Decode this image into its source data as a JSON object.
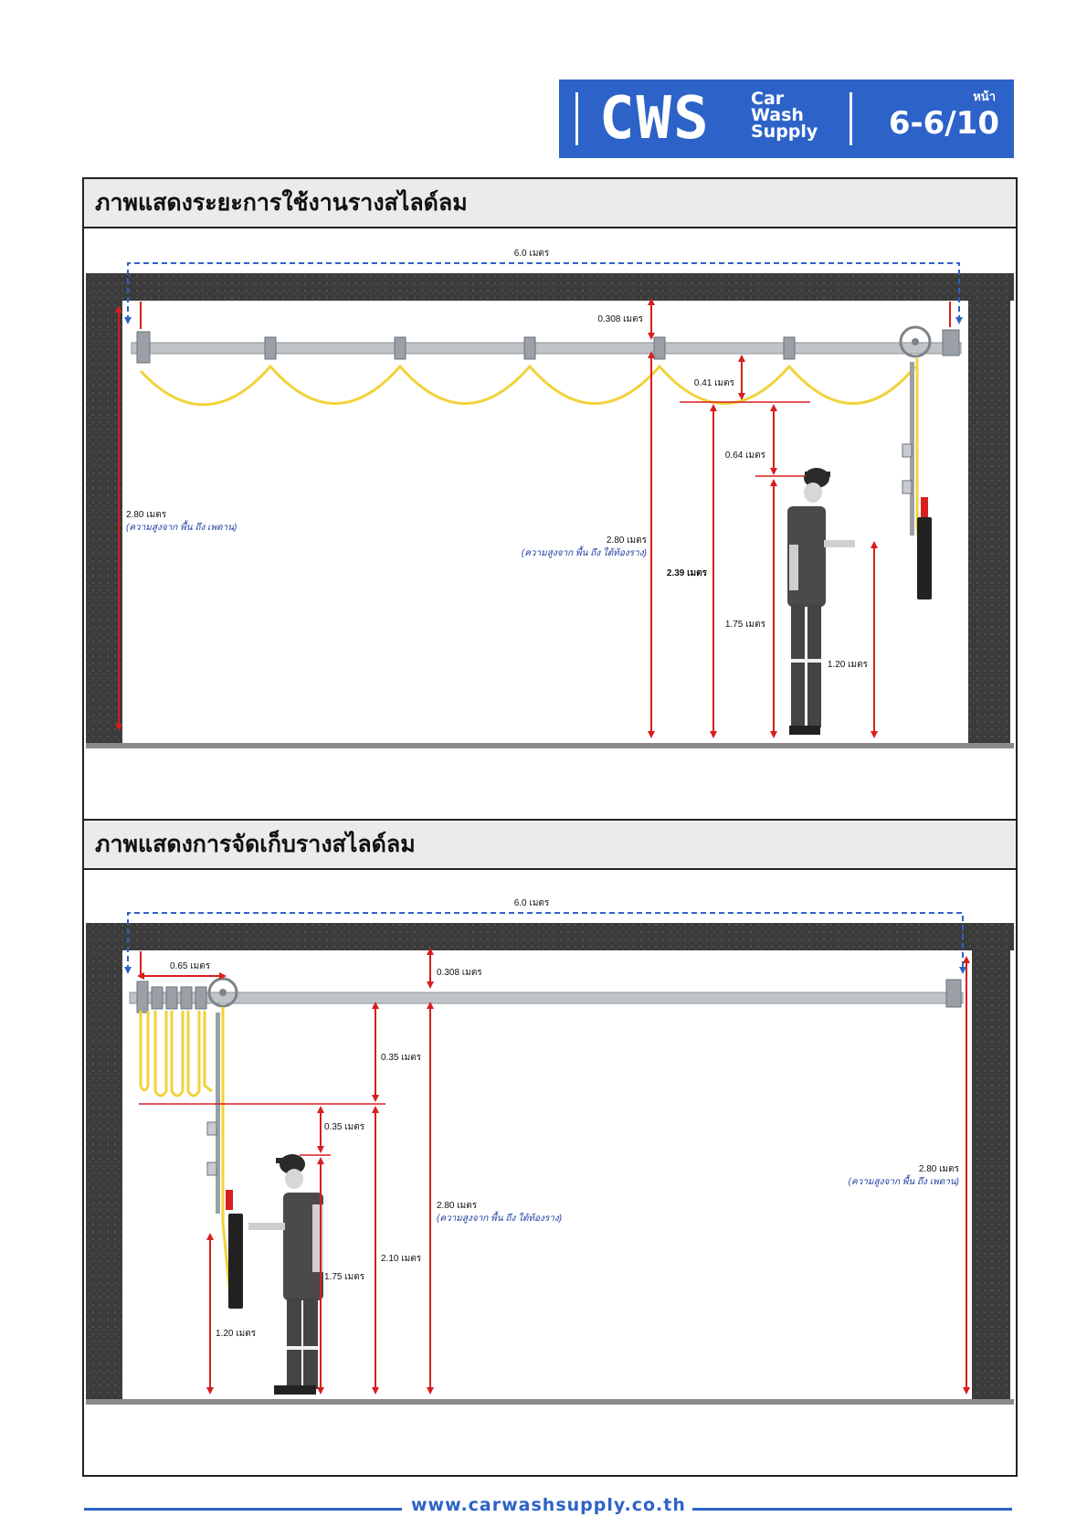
{
  "header": {
    "logo": "CWS",
    "brand_line1": "Car",
    "brand_line2": "Wash",
    "brand_line3": "Supply",
    "page_label": "หน้า",
    "page_number": "6-6/10"
  },
  "panel1": {
    "title": "ภาพแสดงระยะการใช้งานรางสไลด์ลม",
    "width_label": "6.0 เมตร",
    "d_0308": "0.308 เมตร",
    "d_041": "0.41 เมตร",
    "d_064": "0.64 เมตร",
    "d_239": "2.39 เมตร",
    "d_175": "1.75 เมตร",
    "d_120": "1.20 เมตร",
    "left_height": "2.80 เมตร",
    "left_note": "(ความสูงจาก  พื้น ถึง เพดาน)",
    "mid_height": "2.80 เมตร",
    "mid_note": "(ความสูงจาก  พื้น ถึง ใต้ท้องราง)"
  },
  "panel2": {
    "title": "ภาพแสดงการจัดเก็บรางสไลด์ลม",
    "width_label": "6.0 เมตร",
    "d_065": "0.65 เมตร",
    "d_0308": "0.308 เมตร",
    "d_035a": "0.35 เมตร",
    "d_035b": "0.35 เมตร",
    "d_210": "2.10 เมตร",
    "d_175": "1.75 เมตร",
    "d_120": "1.20 เมตร",
    "mid_height": "2.80 เมตร",
    "mid_note": "(ความสูงจาก  พื้น ถึง ใต้ท้องราง)",
    "right_height": "2.80 เมตร",
    "right_note": "(ความสูงจาก  พื้น ถึง เพดาน)"
  },
  "footer": {
    "url": "www.carwashsupply.co.th"
  },
  "colors": {
    "brand_blue": "#2d63c8",
    "dimension_red": "#d81e1e",
    "hose_yellow": "#f2d23a",
    "note_blue": "#1f3ca0"
  }
}
